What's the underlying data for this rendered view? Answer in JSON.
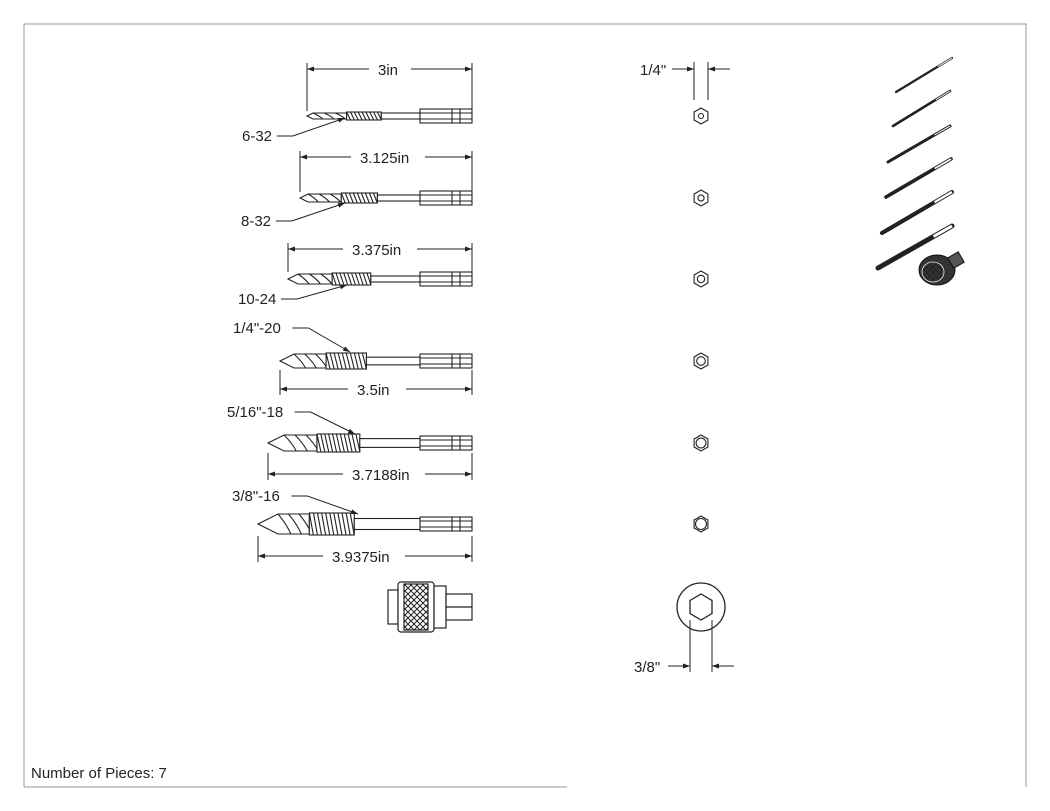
{
  "footer": {
    "pieces_label": "Number of Pieces: 7"
  },
  "bits": [
    {
      "thread": "6-32",
      "length": "3in"
    },
    {
      "thread": "8-32",
      "length": "3.125in"
    },
    {
      "thread": "10-24",
      "length": "3.375in"
    },
    {
      "thread": "1/4\"-20",
      "length": "3.5in"
    },
    {
      "thread": "5/16\"-18",
      "length": "3.7188in"
    },
    {
      "thread": "3/8\"-16",
      "length": "3.9375in"
    }
  ],
  "hex_dims": {
    "top": "1/4\"",
    "bottom": "3/8\""
  },
  "icons": {
    "bit": "drill-tap-bit-icon",
    "end_view": "hex-shank-end-view-icon",
    "adapter": "quick-change-adapter-icon",
    "adapter_end": "adapter-end-view-icon",
    "thumbnail": "assembly-thumbnail-icon"
  }
}
